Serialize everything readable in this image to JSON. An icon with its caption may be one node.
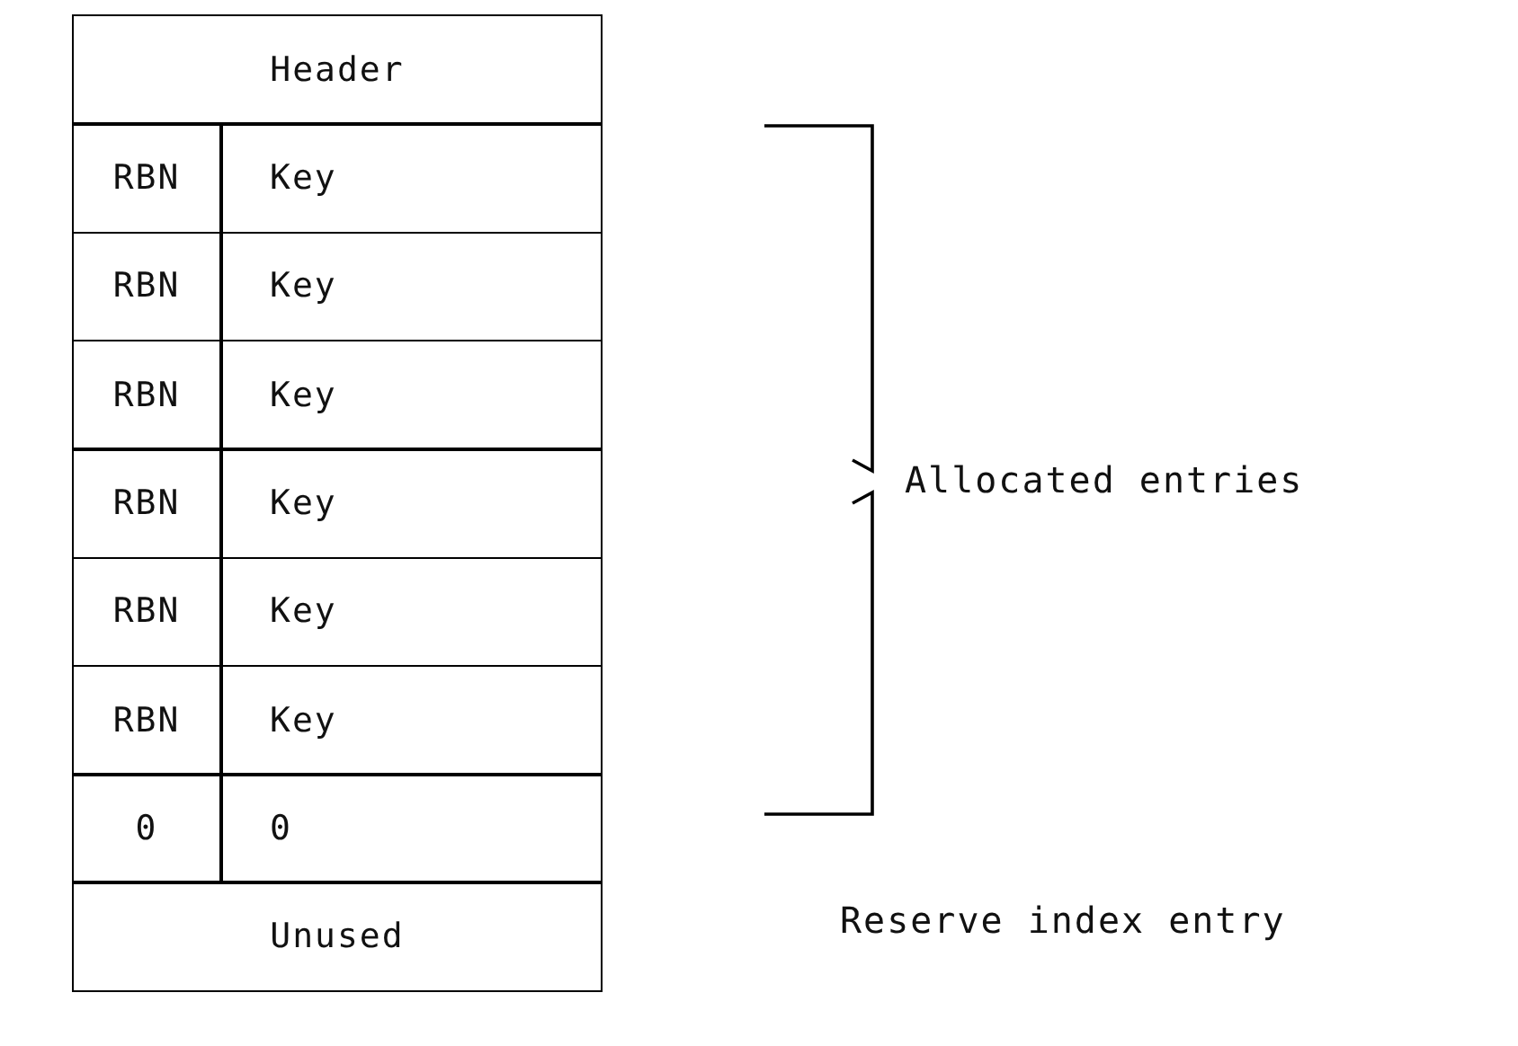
{
  "diagram": {
    "labels": [
      "Header",
      "RBN",
      "Key",
      "RBN",
      "Key",
      "RBN",
      "Key",
      "RBN",
      "Key",
      "RBN",
      "Key",
      "RBN",
      "Key",
      "0",
      "0",
      "Unused",
      "Allocated entries",
      "Reserve index entry"
    ]
  }
}
